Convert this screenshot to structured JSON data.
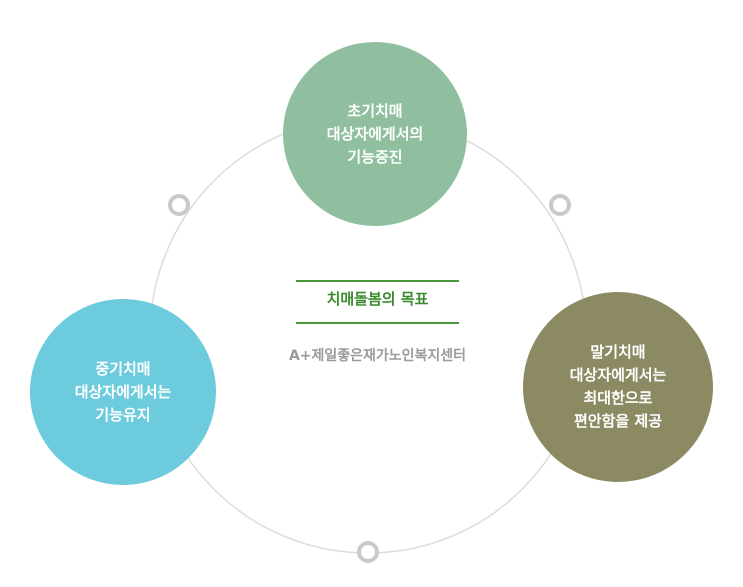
{
  "center": {
    "title": "치매돌봄의 목표",
    "subtitle": "A+제일좋은재가노인복지센터"
  },
  "stages": {
    "early": {
      "line1": "초기치매",
      "line2": "대상자에게서의",
      "line3": "기능증진"
    },
    "middle": {
      "line1": "중기치매",
      "line2": "대상자에게서는",
      "line3": "기능유지"
    },
    "late": {
      "line1": "말기치매",
      "line2": "대상자에게서는",
      "line3": "최대한으로",
      "line4": "편안함을 제공"
    }
  },
  "colors": {
    "early": "#8fbf9f",
    "middle": "#6ccbdc",
    "late": "#8b8a63",
    "accent": "#4a9a3c",
    "ring": "#dcdcdc"
  }
}
